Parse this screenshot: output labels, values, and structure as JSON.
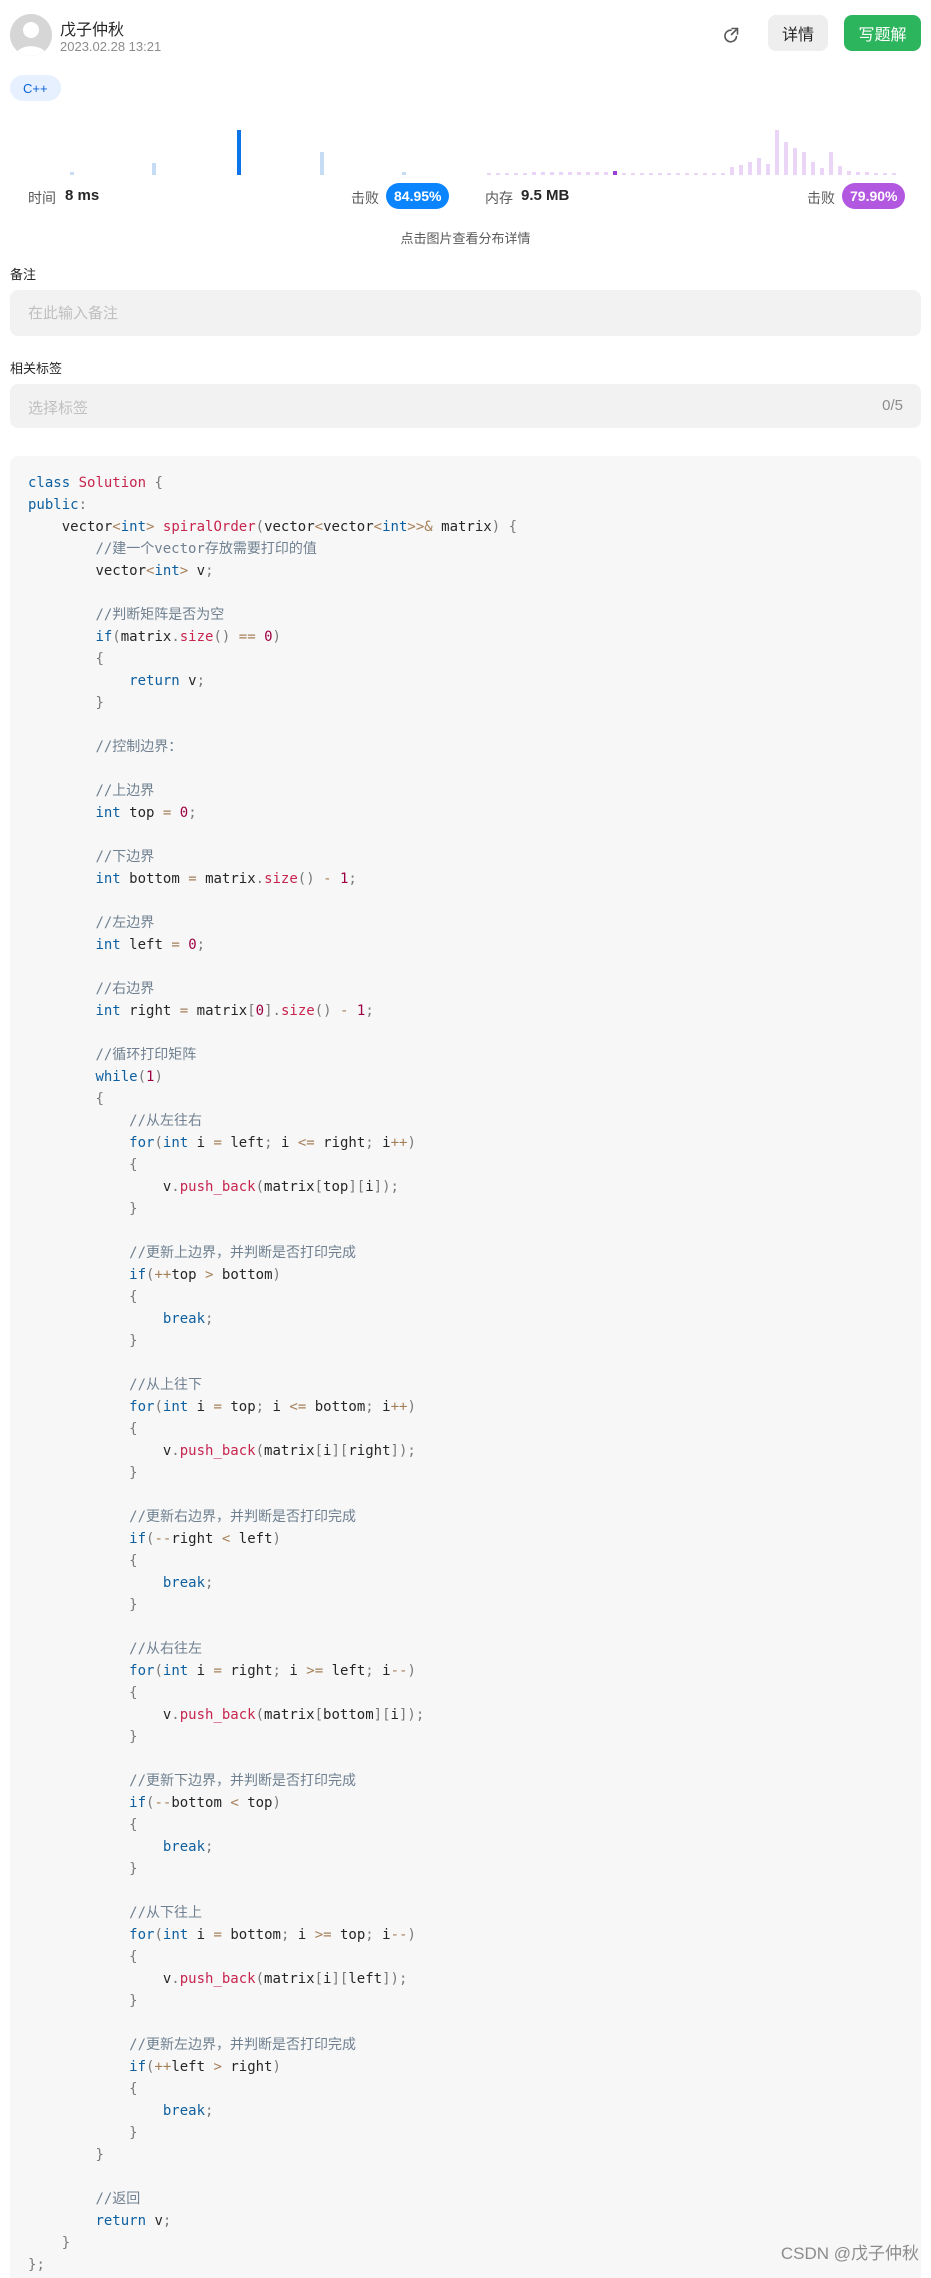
{
  "header": {
    "user_name": "戊子仲秋",
    "post_time": "2023.02.28 13:21",
    "detail_label": "详情",
    "write_label": "写题解"
  },
  "language_tag": "C++",
  "stats": {
    "runtime_label": "时间",
    "runtime_value": "8 ms",
    "runtime_beat_label": "击败",
    "runtime_beat_value": "84.95%",
    "memory_label": "内存",
    "memory_value": "9.5 MB",
    "memory_beat_label": "击败",
    "memory_beat_value": "79.90%",
    "hint": "点击图片查看分布详情",
    "colors": {
      "runtime": "#0a84ff",
      "memory": "#b257e0"
    }
  },
  "notes": {
    "label": "备注",
    "placeholder": "在此输入备注",
    "value": ""
  },
  "tags": {
    "label": "相关标签",
    "placeholder": "选择标签",
    "count": "0/5"
  },
  "code_lines": [
    "class Solution {",
    "public:",
    "    vector<int> spiralOrder(vector<vector<int>>& matrix) {",
    "        //建一个vector存放需要打印的值",
    "        vector<int> v;",
    "",
    "        //判断矩阵是否为空",
    "        if(matrix.size() == 0)",
    "        {",
    "            return v;",
    "        }",
    "",
    "        //控制边界：",
    "",
    "        //上边界",
    "        int top = 0;",
    "",
    "        //下边界",
    "        int bottom = matrix.size() - 1;",
    "",
    "        //左边界",
    "        int left = 0;",
    "",
    "        //右边界",
    "        int right = matrix[0].size() - 1;",
    "",
    "        //循环打印矩阵",
    "        while(1)",
    "        {",
    "            //从左往右",
    "            for(int i = left; i <= right; i++)",
    "            {",
    "                v.push_back(matrix[top][i]);",
    "            }",
    "",
    "            //更新上边界，并判断是否打印完成",
    "            if(++top > bottom)",
    "            {",
    "                break;",
    "            }",
    "",
    "            //从上往下",
    "            for(int i = top; i <= bottom; i++)",
    "            {",
    "                v.push_back(matrix[i][right]);",
    "            }",
    "",
    "            //更新右边界，并判断是否打印完成",
    "            if(--right < left)",
    "            {",
    "                break;",
    "            }",
    "",
    "            //从右往左",
    "            for(int i = right; i >= left; i--)",
    "            {",
    "                v.push_back(matrix[bottom][i]);",
    "            }",
    "",
    "            //更新下边界，并判断是否打印完成",
    "            if(--bottom < top)",
    "            {",
    "                break;",
    "            }",
    "",
    "            //从下往上",
    "            for(int i = bottom; i >= top; i--)",
    "            {",
    "                v.push_back(matrix[i][left]);",
    "            }",
    "",
    "            //更新左边界，并判断是否打印完成",
    "            if(++left > right)",
    "            {",
    "                break;",
    "            }",
    "        }",
    "",
    "        //返回",
    "        return v;",
    "    }",
    "};"
  ],
  "watermark": "CSDN @戊子仲秋"
}
